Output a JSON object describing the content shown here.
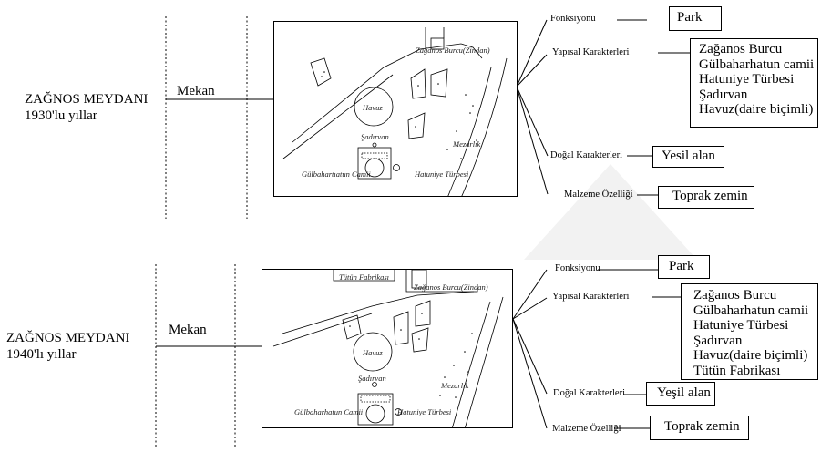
{
  "diagrams": [
    {
      "title": "ZAĞNOS MEYDANI",
      "period": "1930'lu yıllar",
      "space_label": "Mekan",
      "map_labels": {
        "tower": "Zağanos Burcu(Zindan)",
        "pool": "Havuz",
        "fountain": "Şadırvan",
        "cemetery": "Mezarlık",
        "mosque": "Gülbahartıatun Camii",
        "tomb": "Hatuniye Türbesi"
      },
      "function_label": "Fonksiyonu",
      "function_value": "Park",
      "structural_label": "Yapısal Karakterleri",
      "structural_items": [
        "Zağanos Burcu",
        "Gülbaharhatun camii",
        "Hatuniye Türbesi",
        "Şadırvan",
        "Havuz(daire biçimli)"
      ],
      "natural_label": "Doğal Karakterleri",
      "natural_value": "Yesil alan",
      "material_label": "Malzeme Özelliği",
      "material_value": "Toprak zemin"
    },
    {
      "title": "ZAĞNOS MEYDANI",
      "period": "1940'lı yıllar",
      "space_label": "Mekan",
      "map_labels": {
        "factory": "Tütün Fabrikası",
        "tower": "Zağanos Burcu(Zindan)",
        "pool": "Havuz",
        "fountain": "Şadırvan",
        "cemetery": "Mezarlık",
        "mosque": "Gülbaharhatun Camii",
        "tomb": "Hatuniye Türbesi"
      },
      "function_label": "Fonksiyonu",
      "function_value": "Park",
      "structural_label": "Yapısal Karakterleri",
      "structural_items": [
        "Zağanos Burcu",
        "Gülbaharhatun camii",
        "Hatuniye Türbesi",
        "Şadırvan",
        "Havuz(daire biçimli)",
        "Tütün Fabrikası"
      ],
      "natural_label": "Doğal Karakterleri",
      "natural_value": "Yeşil alan",
      "material_label": "Malzeme Özelliği",
      "material_value": "Toprak zemin"
    }
  ]
}
